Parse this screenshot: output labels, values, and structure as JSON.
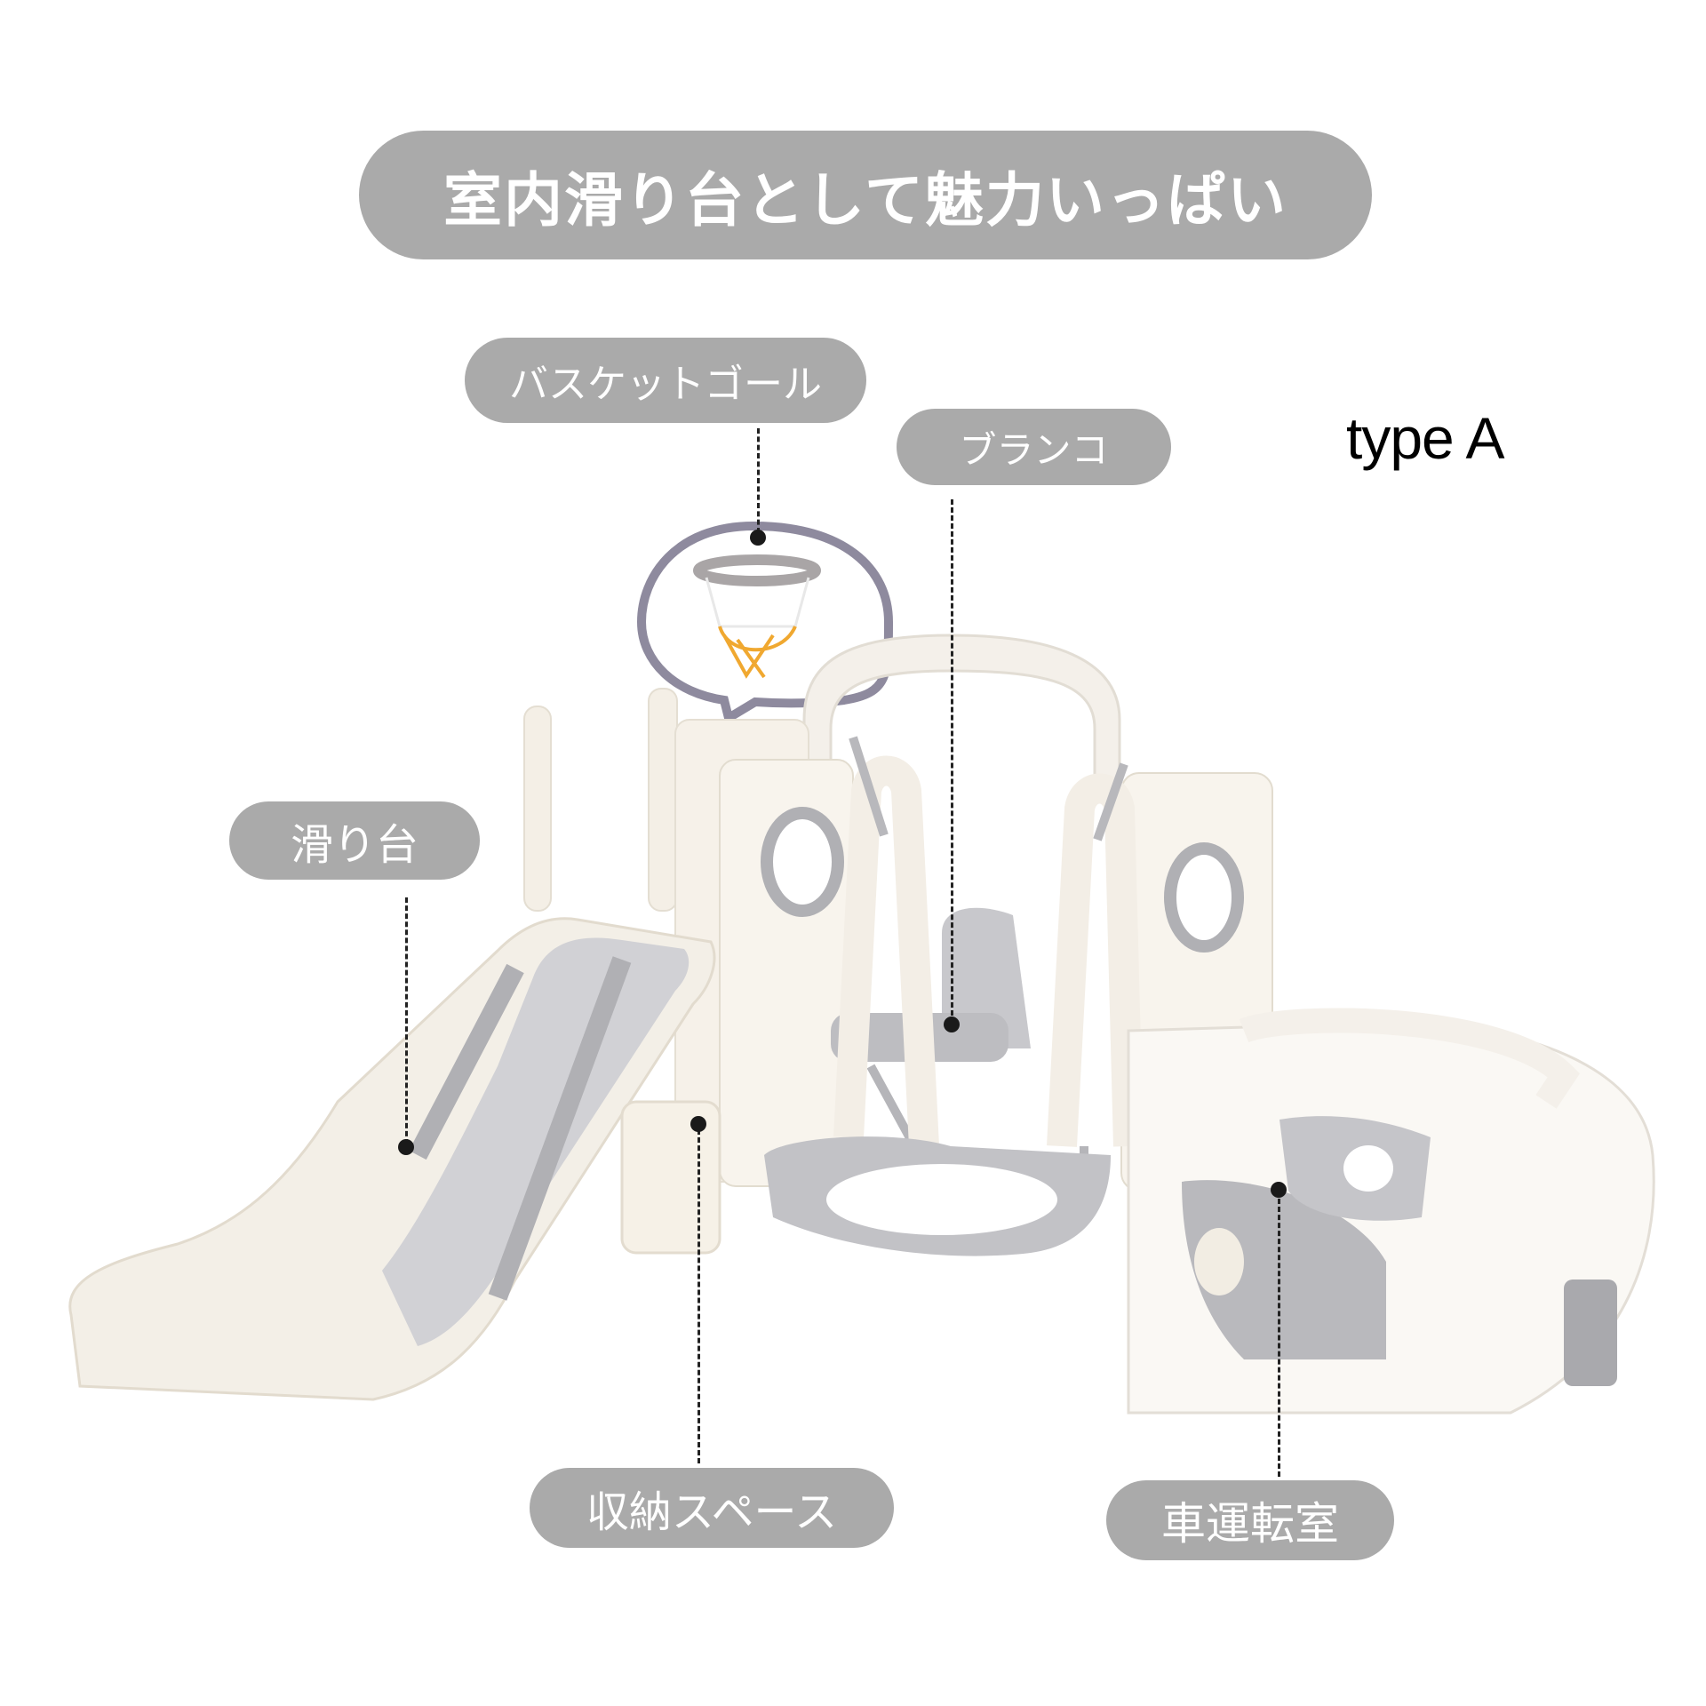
{
  "headline": "室内滑り台として魅力いっぱい",
  "variant_label": "type A",
  "callouts": {
    "basketball_goal": "バスケットゴール",
    "swing": "ブランコ",
    "slide": "滑り台",
    "storage_space": "収納スペース",
    "car_cockpit": "車運転室"
  },
  "colors": {
    "pill_bg": "#aaaaaa",
    "pill_text": "#ffffff",
    "bubble_border": "#8e8a9e",
    "product_white": "#f5f1ea",
    "product_grey": "#b8b8bc",
    "net_orange": "#f0a830"
  }
}
